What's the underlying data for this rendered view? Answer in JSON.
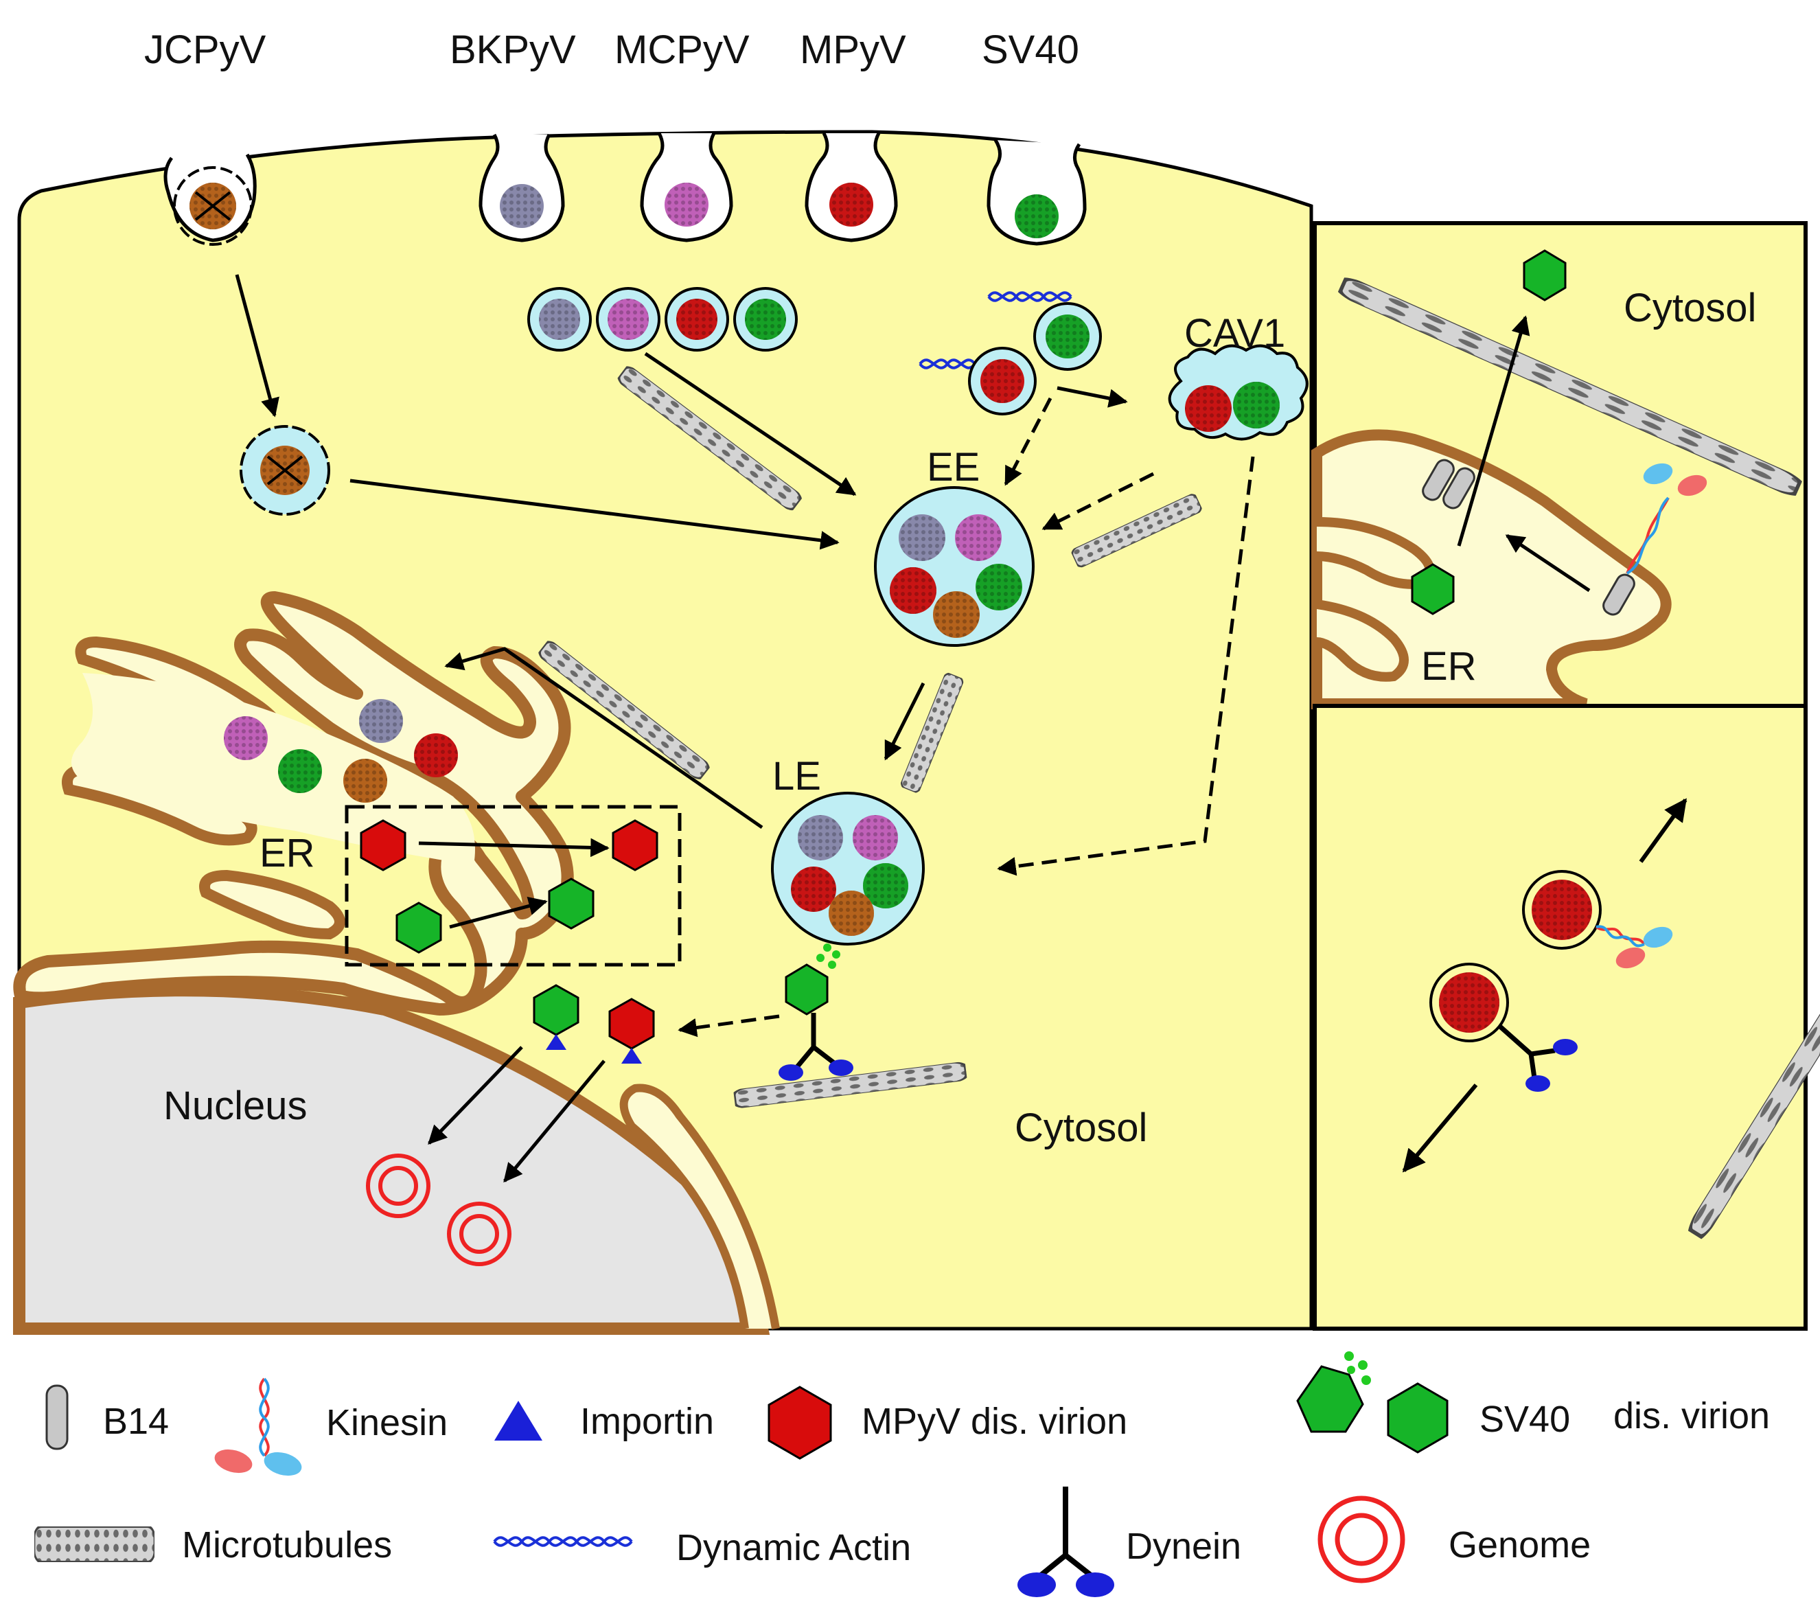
{
  "virus_labels": {
    "jcpyv": "JCPyV",
    "bkpyv": "BKPyV",
    "mcpyv": "MCPyV",
    "mpyv": "MPyV",
    "sv40": "SV40"
  },
  "main_panel": {
    "cav1": "CAV1",
    "ee": "EE",
    "le": "LE",
    "er": "ER",
    "nucleus": "Nucleus",
    "cytosol": "Cytosol"
  },
  "inset_top": {
    "cytosol": "Cytosol",
    "er": "ER"
  },
  "legend": {
    "b14": "B14",
    "kinesin": "Kinesin",
    "importin": "Importin",
    "mpyv_dis_virion": "MPyV dis. virion",
    "sv40": "SV40",
    "dis_virion": "dis. virion",
    "microtubules": "Microtubules",
    "dynamic_actin": "Dynamic Actin",
    "dynein": "Dynein",
    "genome": "Genome"
  },
  "colors": {
    "cell": "#fcfaa6",
    "membrane": "#a86a2e",
    "er_lumen": "#fdfbd2",
    "nucleus": "#e5e5e5",
    "vesicle": "#bfeef4",
    "bkpyv": "#8888aa",
    "mcpyv": "#c060b8",
    "mpyv": "#c81414",
    "sv40": "#16a026",
    "jcpyv": "#b4621c",
    "importin": "#1a20d8",
    "genome": "#ee2222"
  }
}
